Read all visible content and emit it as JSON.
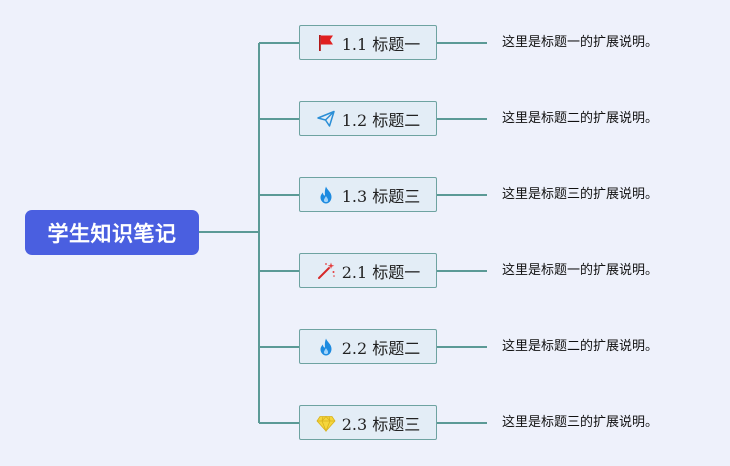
{
  "root": {
    "label": "学生知识笔记"
  },
  "branches": [
    {
      "label": "1.1 标题一",
      "icon": "red-flag-icon",
      "description": "这里是标题一的扩展说明。"
    },
    {
      "label": "1.2 标题二",
      "icon": "paper-plane-icon",
      "description": "这里是标题二的扩展说明。"
    },
    {
      "label": "1.3 标题三",
      "icon": "flame-icon",
      "description": "这里是标题三的扩展说明。"
    },
    {
      "label": "2.1 标题一",
      "icon": "magic-wand-icon",
      "description": "这里是标题一的扩展说明。"
    },
    {
      "label": "2.2 标题二",
      "icon": "flame-icon",
      "description": "这里是标题二的扩展说明。"
    },
    {
      "label": "2.3 标题三",
      "icon": "diamond-icon",
      "description": "这里是标题三的扩展说明。"
    }
  ],
  "colors": {
    "background": "#eef1fb",
    "root_fill": "#4a5fe0",
    "connector": "#5b9a96",
    "node_fill": "#e3edf6",
    "node_border": "#6ea3a1"
  }
}
